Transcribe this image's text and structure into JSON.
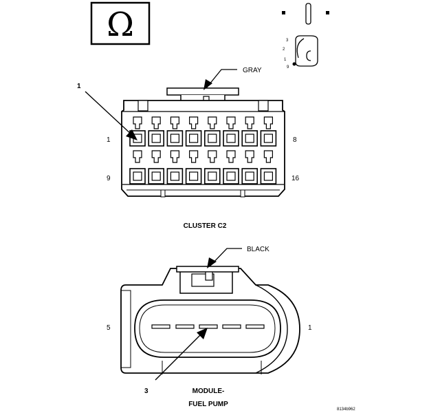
{
  "top_icon": {
    "symbol": "Ω",
    "icon": "ohmmeter-icon"
  },
  "legend_icon": {
    "icon": "pin-probe-legend-icon",
    "pin_numbers": [
      "3",
      "2",
      "1",
      "9"
    ]
  },
  "cluster": {
    "color_label": "GRAY",
    "callout_number": "1",
    "pin_first_top": "1",
    "pin_last_top": "8",
    "pin_first_bottom": "9",
    "pin_last_bottom": "16",
    "title": "CLUSTER C2"
  },
  "fuel_pump": {
    "color_label": "BLACK",
    "callout_number": "3",
    "pin_left": "5",
    "pin_right": "1",
    "title_line1": "MODULE-",
    "title_line2": "FUEL PUMP"
  },
  "figure_id": "8134b962"
}
